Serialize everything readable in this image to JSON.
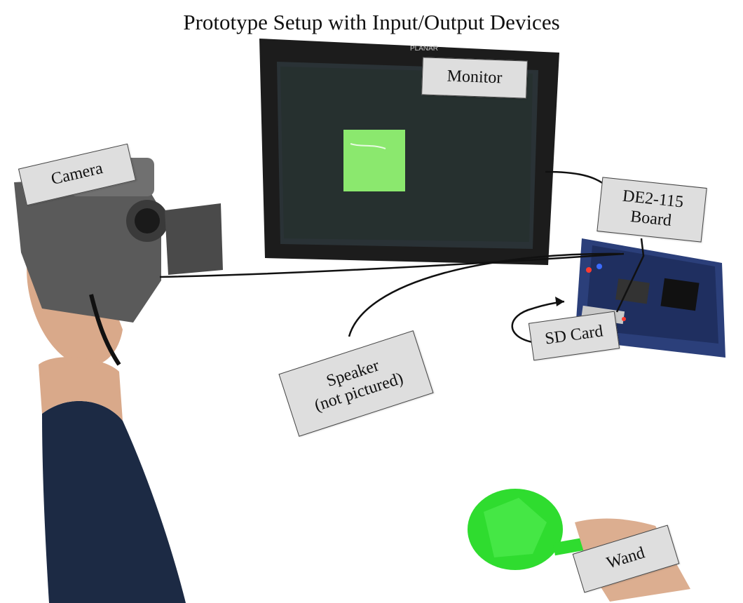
{
  "title": "Prototype Setup with Input/Output Devices",
  "labels": {
    "monitor": "Monitor",
    "camera": "Camera",
    "board_line1": "DE2-115",
    "board_line2": "Board",
    "sd_card": "SD Card",
    "speaker_line1": "Speaker",
    "speaker_line2": "(not pictured)",
    "wand": "Wand"
  },
  "monitor_brand": "PLANAR",
  "colors": {
    "label_fill": "#dedede",
    "screen_green": "#8be86e",
    "wand_green": "#2fdc2f",
    "board_blue": "#2b3f7a"
  }
}
